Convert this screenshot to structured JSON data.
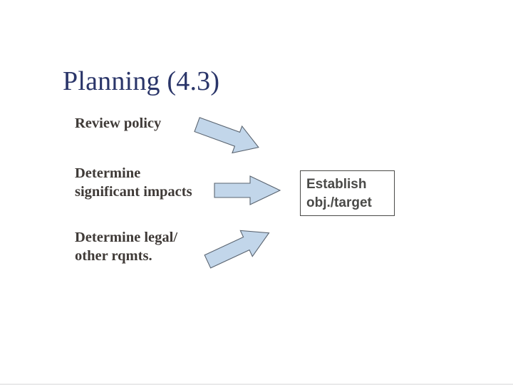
{
  "slide": {
    "title": "Planning (4.3)",
    "background_color": "#ffffff",
    "title_color": "#2a3569",
    "body_text_color": "#3f3a37",
    "arrow_fill_color": "#c2d6ea",
    "arrow_stroke_color": "#5a6470",
    "box_border_color": "#4a4a48"
  },
  "steps": [
    {
      "id": "review-policy",
      "text": "Review policy",
      "arrow": {
        "name": "arrow-down-right",
        "direction": "down-right",
        "angle_deg": 20
      }
    },
    {
      "id": "determine-significant-impacts",
      "text": "Determine\nsignificant impacts",
      "arrow": {
        "name": "arrow-right",
        "direction": "right",
        "angle_deg": 0
      }
    },
    {
      "id": "determine-legal-other-rqmts",
      "text": "Determine legal/\nother rqmts.",
      "arrow": {
        "name": "arrow-up-right",
        "direction": "up-right",
        "angle_deg": -25
      }
    }
  ],
  "target": {
    "label": "Establish\nobj./target"
  }
}
